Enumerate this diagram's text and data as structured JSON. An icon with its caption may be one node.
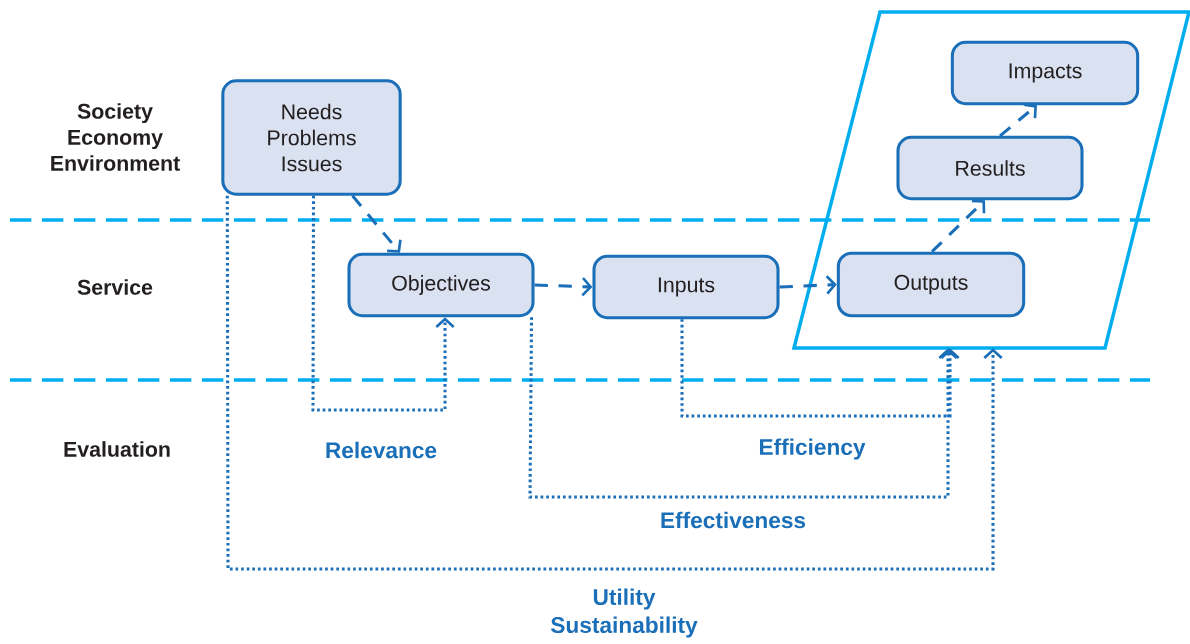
{
  "diagram": {
    "nodes": [
      {
        "text": [
          "Needs Problems Issues"
        ]
      },
      {
        "text": [
          "Objectives"
        ]
      },
      {
        "text": [
          "Inputs"
        ]
      },
      {
        "text": [],
        "shape": "parallelogram"
      },
      {
        "text": [
          "Outputs"
        ],
        "in": 3
      },
      {
        "text": [
          "Results"
        ],
        "in": 3
      },
      {
        "text": [
          "Impacts"
        ],
        "in": 3
      }
    ],
    "edges": [
      {
        "from": 0,
        "to": 1,
        "arrow": "to",
        "style": "dashed"
      },
      {
        "from": 1,
        "to": 2,
        "arrow": "to",
        "style": "dashed"
      },
      {
        "from": 2,
        "to": 4,
        "arrow": "to",
        "style": "dashed"
      },
      {
        "from": 4,
        "to": 5,
        "arrow": "to",
        "style": "dashed"
      },
      {
        "from": 5,
        "to": 6,
        "arrow": "to",
        "style": "dashed"
      },
      {
        "from": 0,
        "to": 1,
        "arrow": "to",
        "label": "Relevance"
      },
      {
        "from": 2,
        "to": 3,
        "arrow": "to",
        "label": "Efficiency"
      },
      {
        "from": 1,
        "to": 3,
        "arrow": "to",
        "label": "Effectiveness"
      },
      {
        "from": 0,
        "to": 3,
        "arrow": "to",
        "label": "Utility Sustainability"
      }
    ],
    "labels": [
      "Society Economy Environment",
      "Service",
      "Evaluation"
    ]
  }
}
